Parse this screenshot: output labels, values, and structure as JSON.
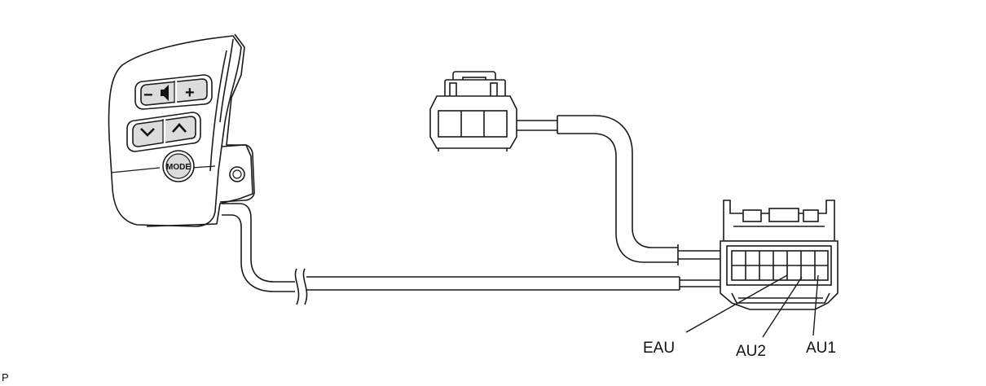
{
  "diagram": {
    "buttons": {
      "minus": "−",
      "plus": "+",
      "down": "﹀",
      "up": "︿",
      "mode": "MODE"
    },
    "pin_labels": {
      "eau": "EAU",
      "au2": "AU2",
      "au1": "AU1"
    },
    "corner_mark": "P",
    "colors": {
      "line": "#1a1a1a",
      "shade": "#d8d8d8",
      "background": "#ffffff"
    },
    "icons": [
      "speaker-icon",
      "chevron-down-icon",
      "chevron-up-icon"
    ]
  }
}
